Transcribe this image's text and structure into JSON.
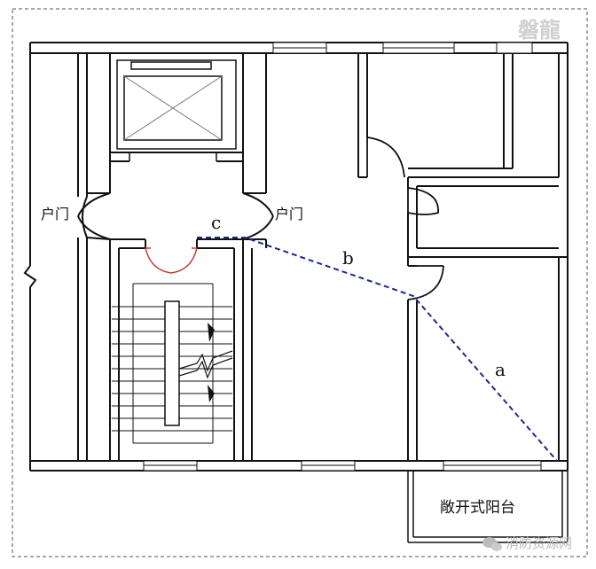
{
  "labels": {
    "door_left": "户门",
    "door_right": "户门",
    "seg_a": "a",
    "seg_b": "b",
    "seg_c": "c",
    "balcony": "敞开式阳台"
  },
  "watermark": {
    "top": "磐龍",
    "bottom": "消防资源网"
  },
  "colors": {
    "wall": "#111111",
    "route": "#1c2a8c",
    "stair_door": "#c0392b",
    "boundary": "#555555",
    "watermark": "#bbbbbb"
  }
}
